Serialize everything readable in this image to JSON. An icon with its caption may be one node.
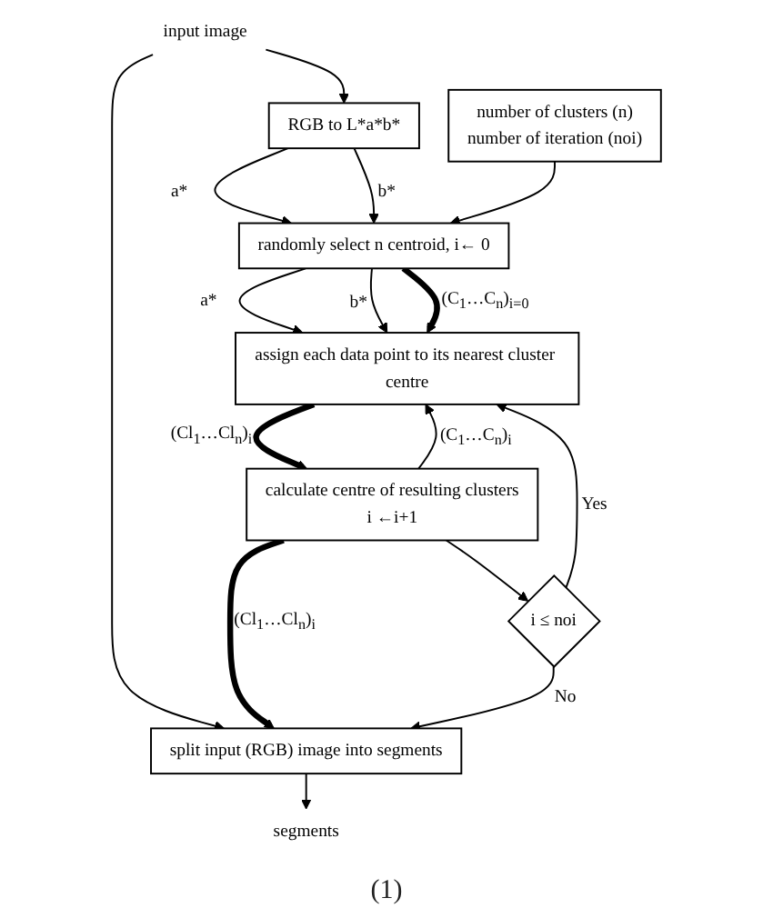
{
  "diagram": {
    "nodes": [
      {
        "text": [
          "input image"
        ]
      },
      {
        "text": [
          "RGB to L*a*b*"
        ]
      },
      {
        "text": [
          "number of clusters (n)",
          "number of iteration (noi)"
        ]
      },
      {
        "text": [
          "randomly select n centroid, i← 0"
        ]
      },
      {
        "text": [
          "assign each data point to its nearest cluster centre"
        ]
      },
      {
        "text": [
          "calculate centre of resulting clusters",
          "i ←i+1"
        ]
      },
      {
        "text": [
          "i ≤ noi"
        ]
      },
      {
        "text": [
          "split input (RGB) image into segments"
        ]
      },
      {
        "text": [
          "segments"
        ]
      }
    ],
    "edges": [
      {
        "from": 0,
        "to": 1,
        "arrow": "to"
      },
      {
        "from": 0,
        "to": 7,
        "arrow": "to"
      },
      {
        "from": 1,
        "to": 3,
        "arrow": "to",
        "label": "a*"
      },
      {
        "from": 1,
        "to": 3,
        "arrow": "to",
        "label": "b*"
      },
      {
        "from": 2,
        "to": 3,
        "arrow": "to"
      },
      {
        "from": 3,
        "to": 4,
        "arrow": "to",
        "label": "a*"
      },
      {
        "from": 3,
        "to": 4,
        "arrow": "to",
        "label": "b*"
      },
      {
        "from": 3,
        "to": 4,
        "arrow": "to",
        "style": "thick",
        "label": "(C$_{1}$…C$_{n}$)$_{i=0}$"
      },
      {
        "from": 4,
        "to": 5,
        "arrow": "to",
        "style": "thick",
        "label": "(Cl$_{1}$…Cl$_{n}$)$_{i}$"
      },
      {
        "from": 5,
        "to": 4,
        "arrow": "to",
        "label": "(C$_{1}$…C$_{n}$)$_{i}$"
      },
      {
        "from": 5,
        "to": 6,
        "arrow": "to"
      },
      {
        "from": 5,
        "to": 7,
        "arrow": "to",
        "style": "thick",
        "label": "(Cl$_{1}$…Cl$_{n}$)$_{i}$"
      },
      {
        "from": 6,
        "to": 4,
        "arrow": "to",
        "label": "Yes"
      },
      {
        "from": 6,
        "to": 7,
        "arrow": "to",
        "label": "No"
      },
      {
        "from": 7,
        "to": 8,
        "arrow": "to"
      }
    ],
    "labels": [
      "(1)"
    ]
  }
}
